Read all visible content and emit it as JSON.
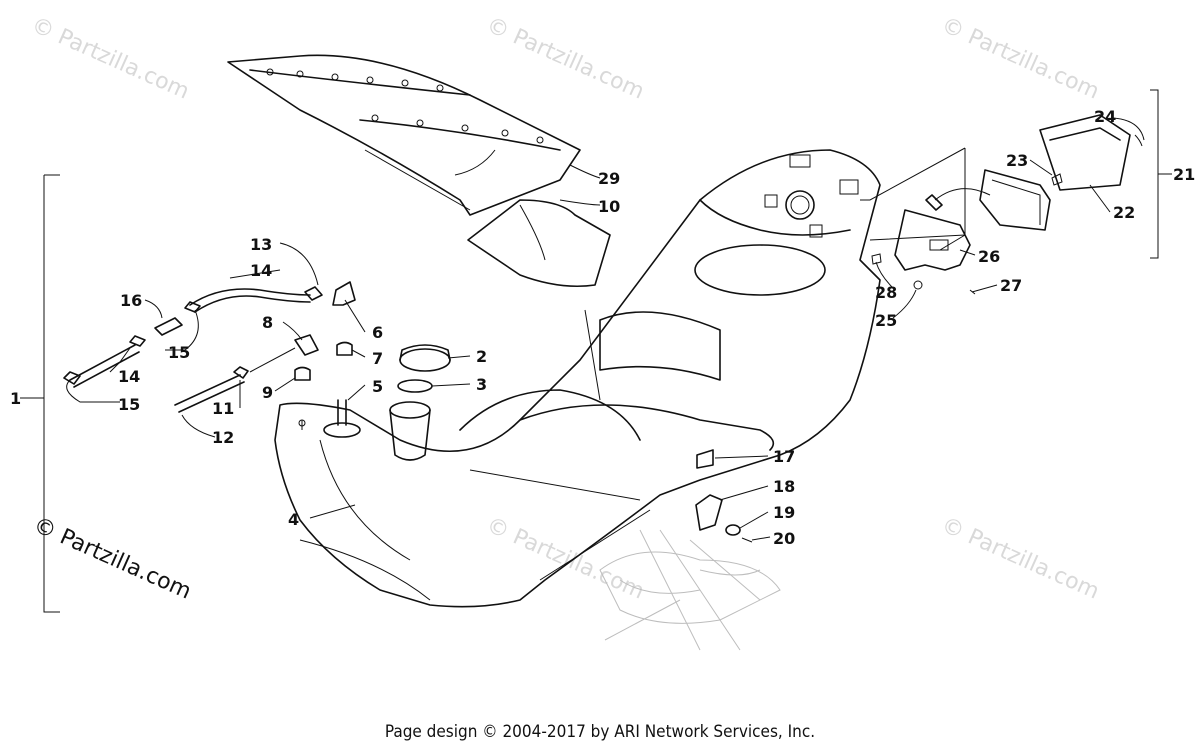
{
  "watermarks": {
    "main": "© Partzilla.com",
    "faint": "© Partzilla.com"
  },
  "callouts": [
    "1",
    "2",
    "3",
    "4",
    "5",
    "6",
    "7",
    "8",
    "9",
    "10",
    "11",
    "12",
    "13",
    "14",
    "14",
    "15",
    "15",
    "16",
    "17",
    "18",
    "19",
    "20",
    "21",
    "22",
    "23",
    "24",
    "25",
    "26",
    "27",
    "28",
    "29"
  ],
  "labels": {
    "c1": "1",
    "c2": "2",
    "c3": "3",
    "c4": "4",
    "c5": "5",
    "c6": "6",
    "c7": "7",
    "c8": "8",
    "c9": "9",
    "c10": "10",
    "c11": "11",
    "c12": "12",
    "c13": "13",
    "c14a": "14",
    "c14b": "14",
    "c15a": "15",
    "c15b": "15",
    "c16": "16",
    "c17": "17",
    "c18": "18",
    "c19": "19",
    "c20": "20",
    "c21": "21",
    "c22": "22",
    "c23": "23",
    "c24": "24",
    "c25": "25",
    "c26": "26",
    "c27": "27",
    "c28": "28",
    "c29": "29"
  },
  "footer": "Page design © 2004-2017 by ARI Network Services, Inc."
}
